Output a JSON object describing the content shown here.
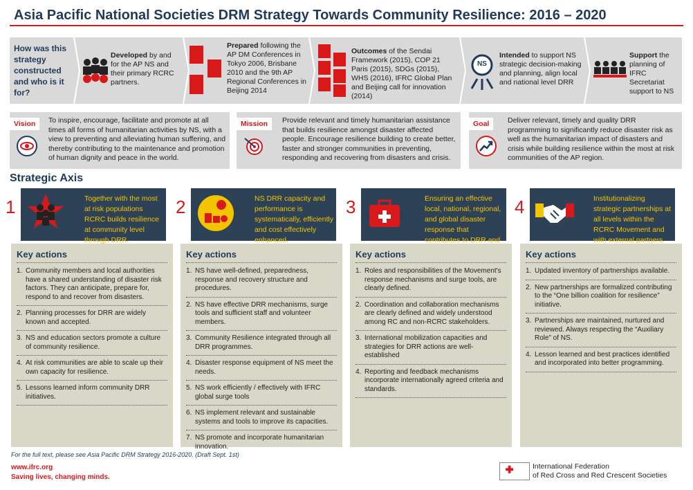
{
  "title": "Asia Pacific National Societies DRM Strategy Towards Community Resilience: 2016 – 2020",
  "how": {
    "question": "How was this strategy constructed and who is it for?",
    "developed": {
      "bold": "Developed",
      "rest": " by and for the AP NS and their primary RCRC partners.",
      "icon": "people-group-icon"
    },
    "prepared": {
      "bold": "Prepared",
      "rest": " following the AP DM Conferences in Tokyo 2006, Brisbane 2010 and the 9th AP Regional Conferences in Beijing 2014",
      "icon": "documents-icon"
    },
    "outcomes": {
      "bold": "Outcomes",
      "rest": " of the Sendai Framework (2015), COP 21 Paris (2015), SDGs (2015), WHS (2016), IFRC Global Plan and Beijing call for innovation (2014)",
      "icon": "documents-icon"
    },
    "intended": {
      "bold": "Intended",
      "rest": " to support NS strategic decision-making and planning, align local and national level DRR",
      "icon": "ns-badge-icon",
      "badge": "NS"
    },
    "support": {
      "bold": "Support",
      "rest": " the planning of IFRC Secretariat support to NS",
      "icon": "team-icon"
    }
  },
  "vision": {
    "label": "Vision",
    "text": "To inspire, encourage, facilitate and promote at all times all forms of humanitarian activities by NS, with a view to preventing and alleviating human suffering, and thereby contributing to the maintenance and promotion of human dignity and peace in the world.",
    "icon": "eye-icon"
  },
  "mission": {
    "label": "Mission",
    "text": "Provide relevant and timely humanitarian assistance that builds resilience amongst disaster affected people. Encourage resilience building to create better, faster and stronger communities in preventing, responding and recovering from disasters and crisis.",
    "icon": "target-icon"
  },
  "goal": {
    "label": "Goal",
    "text": "Deliver relevant, timely and quality DRR programming to significantly reduce disaster risk as well as the humanitarian impact of disasters and crisis while building resilience within the most at risk communities of the AP region.",
    "icon": "trend-up-icon"
  },
  "strategic_axis": {
    "title": "Strategic Axis",
    "key_actions_label": "Key actions",
    "axes": [
      {
        "num": "1",
        "text": "Together with the most at risk populations RCRC builds resilience at community level through DRR.",
        "icon": "community-icon",
        "actions": [
          "Community members and local authorities have a shared understanding of disaster risk factors. They can anticipate, prepare for, respond to and recover from disasters.",
          "Planning processes for DRR are widely known and accepted.",
          "NS and education sectors promote a culture of community resilience.",
          "At risk communities are able to scale up their own capacity for resilience.",
          "Lessons learned inform community DRR initiatives."
        ]
      },
      {
        "num": "2",
        "text": "NS DRR capacity and performance is systematically, efficiently and cost effectively enhanced.",
        "icon": "capacity-icon",
        "actions": [
          "NS have well-defined, preparedness, response and recovery structure and procedures.",
          "NS have effective DRR mechanisms, surge tools and sufficient staff and volunteer members.",
          "Community Resilience integrated through all DRR programmes.",
          "Disaster response equipment of NS meet the needs.",
          "NS work efficiently / effectively with IFRC global surge tools",
          "NS implement relevant and sustainable systems and tools to improve its capacities.",
          "NS promote and incorporate humanitarian innovation."
        ]
      },
      {
        "num": "3",
        "text": "Ensuring an effective local, national, regional, and global disaster response that contributes to DRR and strengthens community resilience.",
        "icon": "first-aid-kit-icon",
        "actions": [
          "Roles and responsibilities of the Movement's response mechanisms and surge tools, are clearly defined.",
          "Coordination and collaboration mechanisms are clearly defined and widely understood among RC and non-RCRC stakeholders.",
          "International mobilization capacities and strategies for DRR actions are well-established",
          "Reporting and feedback mechanisms incorporate internationally agreed criteria and standards."
        ]
      },
      {
        "num": "4",
        "text": "Institutionalizing strategic partnerships at all levels within the RCRC Movement and with external partners.",
        "icon": "handshake-icon",
        "actions": [
          "Updated inventory of partnerships available.",
          "New partnerships are formalized contributing to the “One billion coalition for resilience” initiative.",
          "Partnerships are maintained, nurtured and reviewed. Always respecting the “Auxiliary Role” of NS.",
          "Lesson learned and best practices identified and incorporated into better programming."
        ]
      }
    ]
  },
  "footer": {
    "note": "For the full text, please see Asia Pacific DRM Strategy 2016-2020. (Draft Sept. 1st)",
    "url": "www.ifrc.org",
    "slogan": "Saving lives, changing minds.",
    "org_line1": "International Federation",
    "org_line2": "of Red Cross and Red Crescent Societies",
    "logo_icon": "red-cross-crescent-logo-icon"
  },
  "colors": {
    "accent": "#d7191c",
    "navy": "#1f3a5a",
    "axis_bg": "#2d4256",
    "axis_text": "#f5c400",
    "panel": "#d9d9d9",
    "actions_bg": "#d8d7c8"
  }
}
